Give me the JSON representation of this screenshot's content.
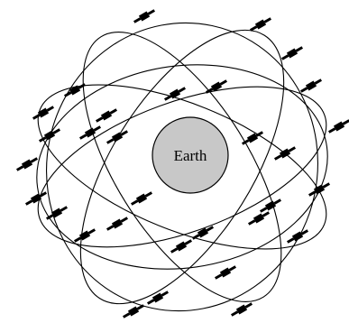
{
  "diagram": {
    "earth": {
      "label": "Earth",
      "fill_color": "#c8c8c8",
      "stroke_color": "#000000"
    },
    "orbit_count": 6,
    "satellite_count": 31,
    "line_color": "#000000",
    "background_color": "#ffffff"
  }
}
